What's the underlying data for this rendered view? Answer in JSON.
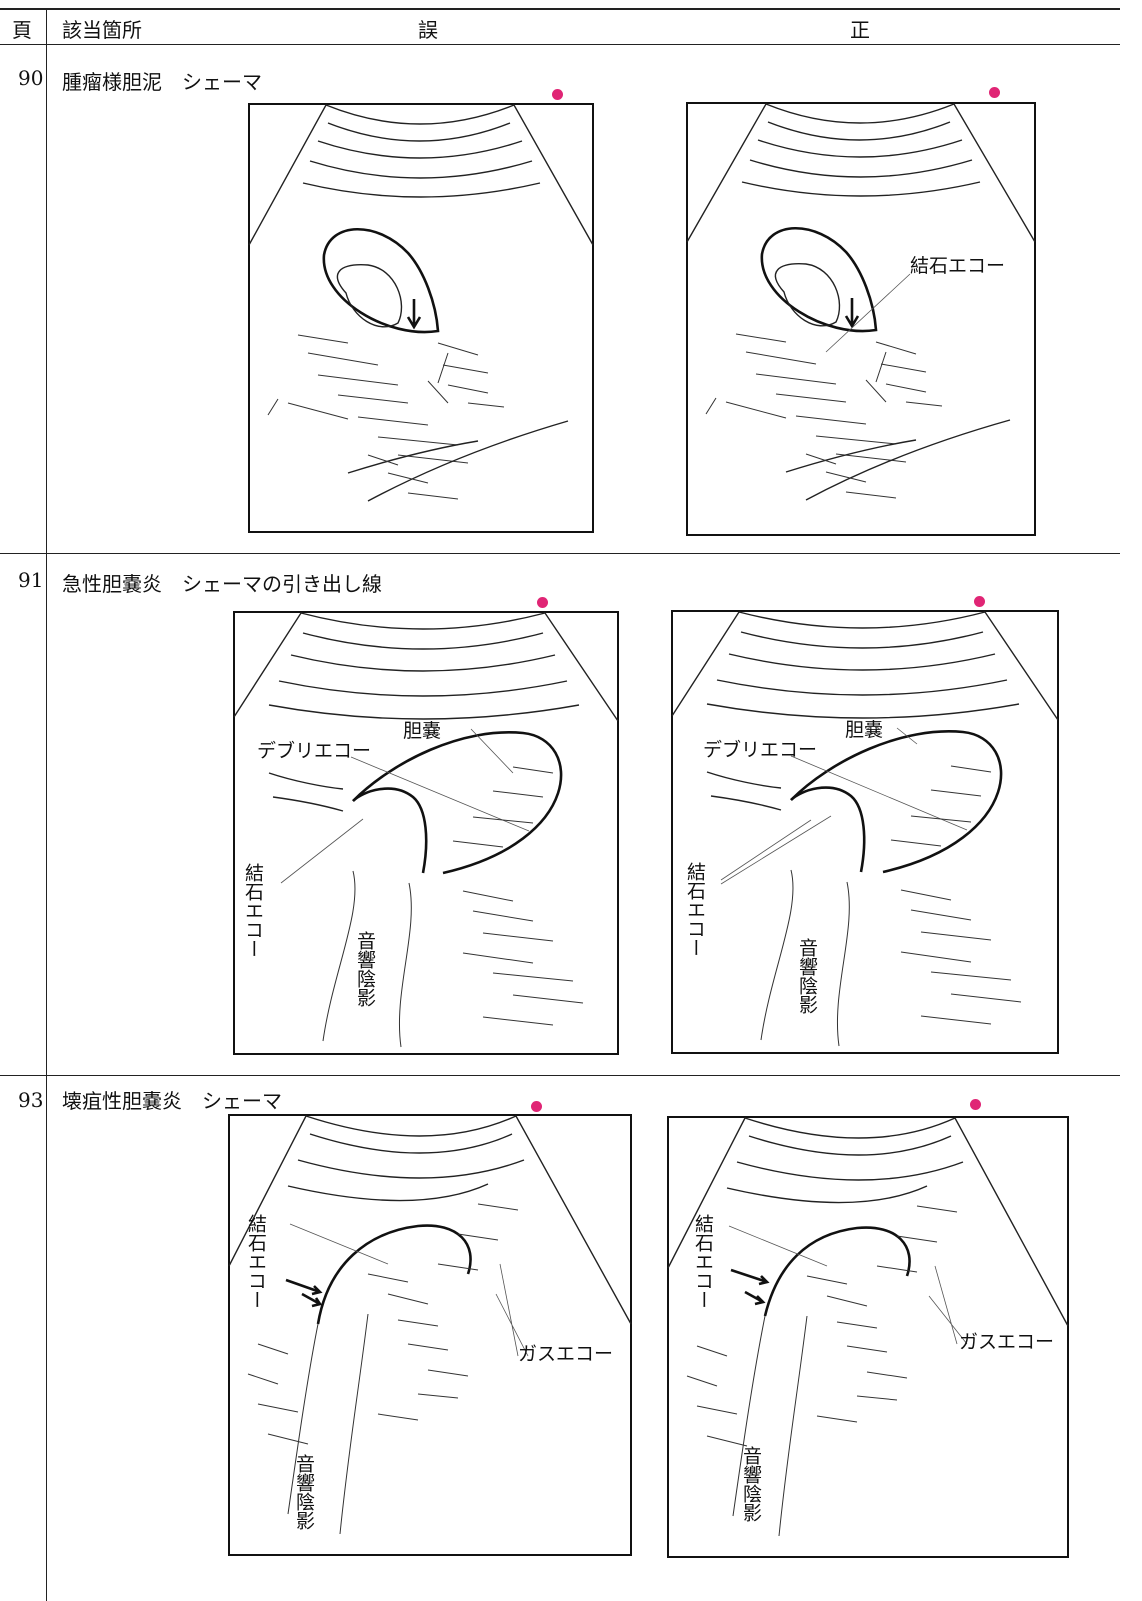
{
  "header": {
    "page_col": "頁",
    "location_col": "該当箇所",
    "wrong_col": "誤",
    "correct_col": "正"
  },
  "rows": [
    {
      "page": "90",
      "location": "腫瘤様胆泥",
      "item": "シェーマ",
      "wrong_labels": [],
      "correct_labels": [
        "結石エコー"
      ]
    },
    {
      "page": "91",
      "location": "急性胆嚢炎",
      "item": "シェーマの引き出し線",
      "wrong_labels": [
        "胆嚢",
        "デブリエコー",
        "結石エコー",
        "音響陰影"
      ],
      "correct_labels": [
        "胆嚢",
        "デブリエコー",
        "結石エコー",
        "音響陰影"
      ]
    },
    {
      "page": "93",
      "location": "壊疽性胆嚢炎",
      "item": "シェーマ",
      "wrong_labels": [
        "結石エコー",
        "ガスエコー",
        "音響陰影"
      ],
      "correct_labels": [
        "結石エコー",
        "ガスエコー",
        "音響陰影"
      ]
    }
  ],
  "colors": {
    "marker": "#e02575",
    "rule": "#222222"
  }
}
